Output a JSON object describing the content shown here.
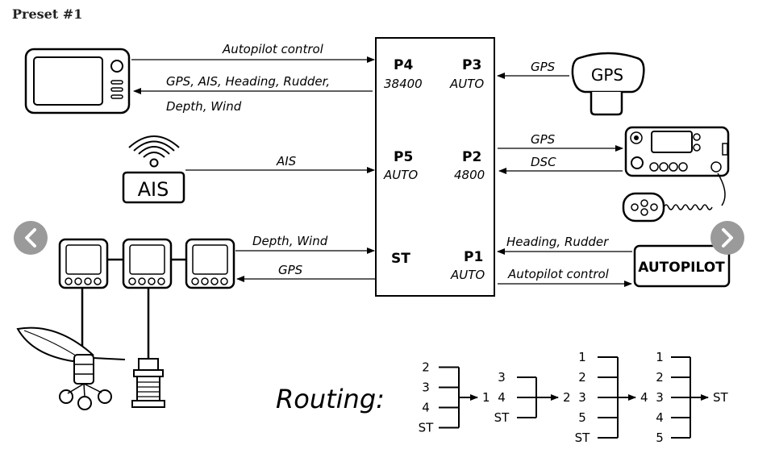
{
  "page": {
    "title": "Preset #1"
  },
  "links": {
    "ap_in": "Autopilot control",
    "mfd_out1": "GPS, AIS, Heading, Rudder,",
    "mfd_out2": "Depth, Wind",
    "gps_in": "GPS",
    "vhf_out": "GPS",
    "vhf_in": "DSC",
    "ais_in": "AIS",
    "st_in": "Depth, Wind",
    "st_out": "GPS",
    "ap_to_mux": "Heading, Rudder",
    "mux_to_ap": "Autopilot control"
  },
  "ports": {
    "p4": {
      "name": "P4",
      "mode": "38400"
    },
    "p3": {
      "name": "P3",
      "mode": "AUTO"
    },
    "p5": {
      "name": "P5",
      "mode": "AUTO"
    },
    "p2": {
      "name": "P2",
      "mode": "4800"
    },
    "st": {
      "name": "ST"
    },
    "p1": {
      "name": "P1",
      "mode": "AUTO"
    }
  },
  "devices": {
    "gps_label": "GPS",
    "ais_label": "AIS",
    "autopilot_label": "AUTOPILOT"
  },
  "routing": {
    "title": "Routing:",
    "groups": [
      {
        "inputs": [
          "2",
          "3",
          "4",
          "ST"
        ],
        "output": "1"
      },
      {
        "inputs": [
          "3",
          "4",
          "ST"
        ],
        "output": "2"
      },
      {
        "inputs": [
          "1",
          "2",
          "3",
          "5",
          "ST"
        ],
        "output": "4"
      },
      {
        "inputs": [
          "1",
          "2",
          "3",
          "4",
          "5"
        ],
        "output": "ST"
      }
    ]
  },
  "icons": {
    "prev": "chevron-left-icon",
    "next": "chevron-right-icon"
  },
  "colors": {
    "line": "#000000",
    "nav_button": "#9a9a9a"
  }
}
